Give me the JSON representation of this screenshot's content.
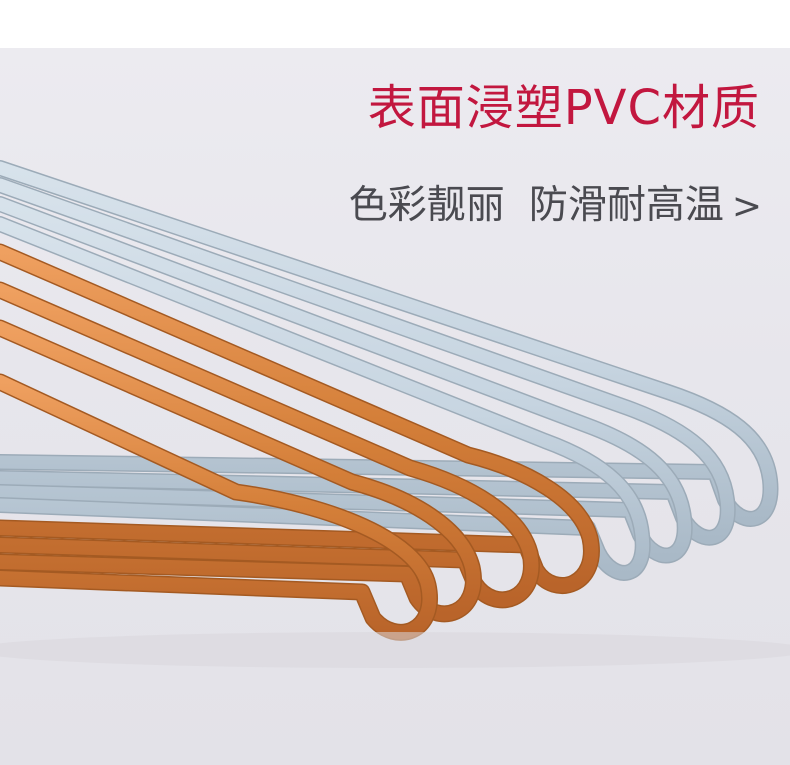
{
  "headline": "表面浸塑PVC材质",
  "subline": {
    "part1": "色彩靓丽",
    "part2": "防滑耐高温",
    "arrow": ">"
  },
  "colors": {
    "headline": "#c2173f",
    "subline": "#4a4a50",
    "background": "#e7e6ec",
    "hanger_blue": "#c9d7e3",
    "hanger_orange": "#d98a45"
  },
  "image": {
    "subject": "PVC-coated wire clothes hangers in light blue and orange",
    "icons": [
      "chevron-right-icon"
    ]
  }
}
